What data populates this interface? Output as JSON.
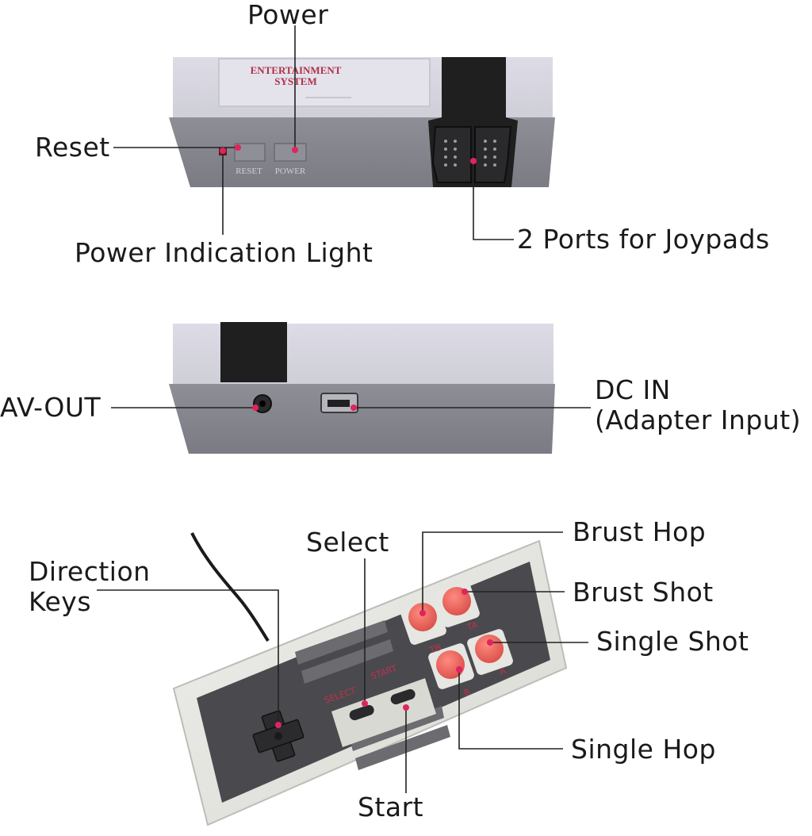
{
  "console_top": {
    "brand_text_line1": "ENTERTAINMENT",
    "brand_text_line2": "SYSTEM",
    "reset_button_print": "RESET",
    "power_button_print": "POWER"
  },
  "controller": {
    "select_print": "SELECT",
    "start_print": "START",
    "tb_print": "TB",
    "ta_print": "TA",
    "b_print": "B",
    "a_print": "A"
  },
  "labels": {
    "power": "Power",
    "reset": "Reset",
    "power_indication_light": "Power Indication Light",
    "ports_for_joypads": "2 Ports for Joypads",
    "av_out": "AV-OUT",
    "dc_in_line1": "DC IN",
    "dc_in_line2": "(Adapter Input)",
    "direction_keys_line1": "Direction",
    "direction_keys_line2": "Keys",
    "select": "Select",
    "start": "Start",
    "brust_hop": "Brust Hop",
    "brust_shot": "Brust Shot",
    "single_shot": "Single Shot",
    "single_hop": "Single Hop"
  },
  "colors": {
    "console_light": "#dcdbe6",
    "console_dark": "#8d8d95",
    "port_black": "#1e1e1e",
    "button_red": "#e8605a",
    "marker_pink": "#e0245e",
    "print_red": "#c0304a",
    "controller_shell": "#e6e6e2",
    "controller_face": "#4a4a4e"
  }
}
